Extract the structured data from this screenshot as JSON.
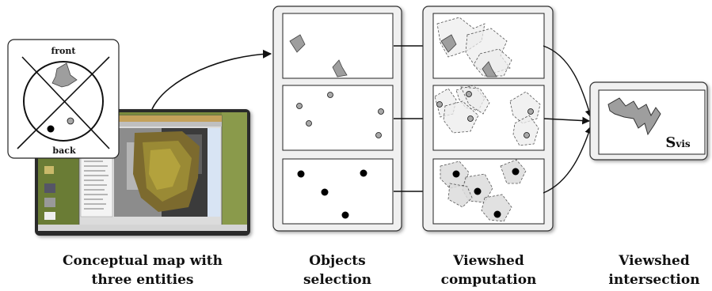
{
  "labels": {
    "front": "front",
    "back": "back",
    "svis_main": "S",
    "svis_sub": "vis"
  },
  "captions": {
    "conceptual_line1": "Conceptual map with",
    "conceptual_line2": "three entities",
    "objects_line1": "Objects",
    "objects_line2": "selection",
    "viewshed_comp_line1": "Viewshed",
    "viewshed_comp_line2": "computation",
    "viewshed_int_line1": "Viewshed",
    "viewshed_int_line2": "intersection"
  },
  "colors": {
    "panel_border": "#333333",
    "gray_fill": "#9e9e9e",
    "dot_gray": "#a8a8a8",
    "dot_black": "#000000",
    "viewshed_fill": "#e6e6e6",
    "screen_green": "#6f7d3a"
  }
}
